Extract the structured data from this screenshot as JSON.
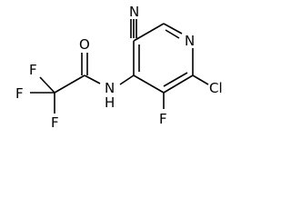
{
  "molecule": {
    "atoms": {
      "nitrile_n": "N",
      "ring_n": "N",
      "chloro": "Cl",
      "fluoro_ring": "F",
      "amide_n": "N",
      "amide_h": "H",
      "carbonyl_o": "O",
      "cf3_f_top": "F",
      "cf3_f_left": "F",
      "cf3_f_bottom": "F"
    }
  },
  "colors": {
    "bond": "#000000",
    "label": "#000000",
    "background": "#ffffff"
  }
}
